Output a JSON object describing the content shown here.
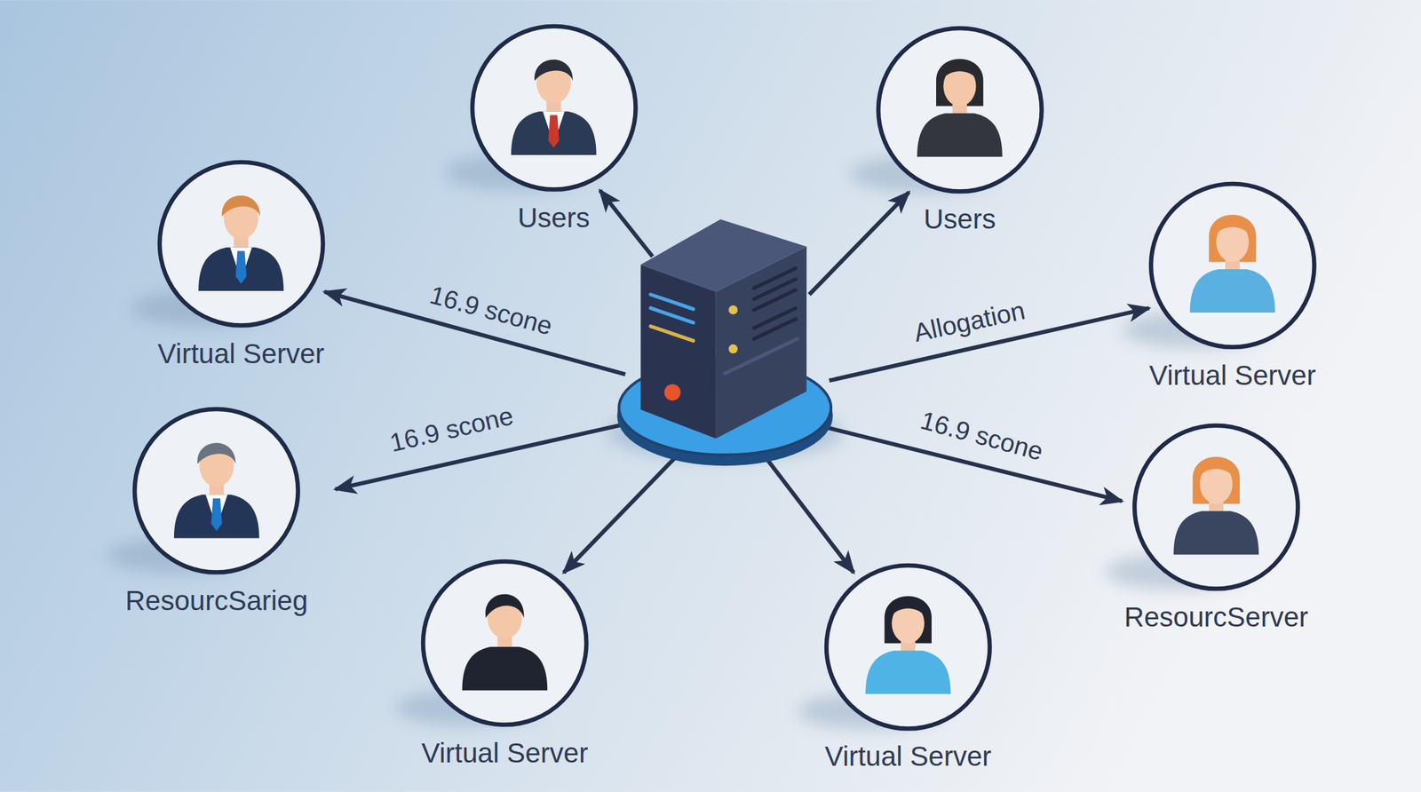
{
  "diagram": {
    "nodes": [
      {
        "text": [
          "Users"
        ]
      },
      {
        "text": [
          "Users"
        ]
      },
      {
        "text": [
          "Virtual Server"
        ]
      },
      {
        "text": [
          "Virtual Server"
        ]
      },
      {
        "text": [
          "ResourcSarieg"
        ]
      },
      {
        "text": [
          "ResourcServer"
        ]
      },
      {
        "text": [
          "Virtual Server"
        ]
      },
      {
        "text": [
          "Virtual Server"
        ]
      }
    ],
    "labels": [
      "16.9 scone",
      "Allogation",
      "16.9 scone",
      "16.9 scone"
    ]
  }
}
